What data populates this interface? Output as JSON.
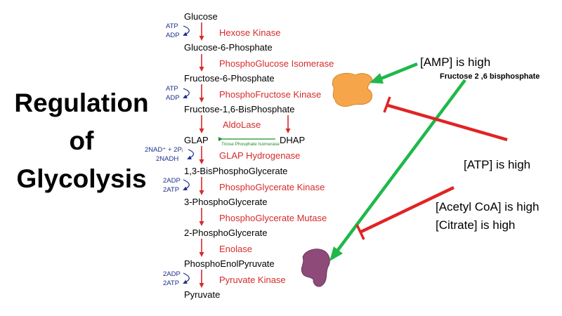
{
  "title": {
    "line1": "Regulation",
    "line2": "of",
    "line3": "Glycolysis"
  },
  "metabolites": [
    "Glucose",
    "Glucose-6-Phosphate",
    "Fructose-6-Phosphate",
    "Fructose-1,6-BisPhosphate",
    "GLAP",
    "1,3-BisPhosphoGlycerate",
    "3-PhosphoGlycerate",
    "2-PhosphoGlycerate",
    "PhosphoEnolPyruvate",
    "Pyruvate"
  ],
  "dhap": "DHAP",
  "enzymes": [
    "Hexose Kinase",
    "PhosphoGlucose Isomerase",
    "PhosphoFructose Kinase",
    "AldoLase",
    "GLAP Hydrogenase",
    "PhosphoGlycerate Kinase",
    "PhosphoGlycerate Mutase",
    "Enolase",
    "Pyruvate Kinase"
  ],
  "isomerase": "Triose Phosphate Isomerase",
  "cofactors": {
    "step1": {
      "in": "ATP",
      "out": "ADP"
    },
    "step3": {
      "in": "ATP",
      "out": "ADP"
    },
    "step5": {
      "in": "2NAD⁺ + 2Pᵢ",
      "out": "2NADH"
    },
    "step6": {
      "in": "2ADP",
      "out": "2ATP"
    },
    "step9": {
      "in": "2ADP",
      "out": "2ATP"
    }
  },
  "regulators": {
    "amp": "[AMP] is high",
    "f26bp": "Fructose 2 ,6 bisphosphate",
    "atp": "[ATP] is high",
    "acetyl_coa": "[Acetyl CoA] is high",
    "citrate": "[Citrate] is high"
  },
  "colors": {
    "activation": "#1fb84a",
    "inhibition": "#e02424",
    "pfk_enzyme": "#f6a54a",
    "pk_enzyme": "#8e4a78",
    "enzyme_text": "#d62b2b",
    "cofactor_text": "#1f2f8a"
  }
}
